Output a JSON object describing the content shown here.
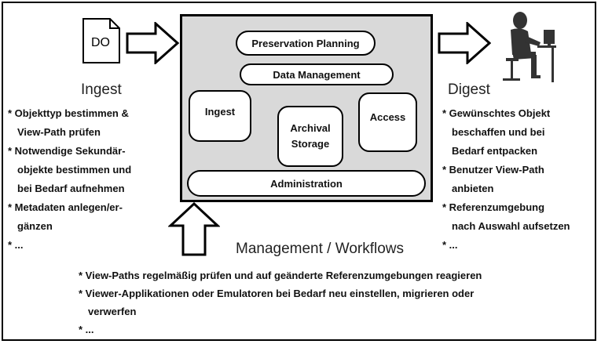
{
  "left": {
    "doc_label": "DO",
    "heading": "Ingest",
    "bullets": [
      "* Objekttyp bestimmen &",
      "View-Path prüfen",
      "* Notwendige Sekundär-",
      "objekte bestimmen und",
      "bei Bedarf aufnehmen",
      "* Metadaten anlegen/er-",
      "gänzen",
      "* ..."
    ]
  },
  "center": {
    "preservation_planning": "Preservation Planning",
    "data_management": "Data Management",
    "ingest": "Ingest",
    "archival_storage_line1": "Archival",
    "archival_storage_line2": "Storage",
    "access": "Access",
    "administration": "Administration"
  },
  "right": {
    "heading": "Digest",
    "bullets": [
      "* Gewünschtes Objekt",
      "beschaffen und bei",
      "Bedarf entpacken",
      "* Benutzer View-Path",
      "anbieten",
      "* Referenzumgebung",
      "nach Auswahl aufsetzen",
      "* ..."
    ]
  },
  "bottom": {
    "title": "Management / Workflows",
    "bullets": [
      "* View-Paths regelmäßig prüfen und auf geänderte Referenzumgebungen reagieren",
      "* Viewer-Applikationen oder Emulatoren bei Bedarf neu einstellen, migrieren oder",
      "verwerfen",
      "* ..."
    ]
  },
  "colors": {
    "oais_fill": "#d9d9d9",
    "stroke": "#000000"
  },
  "icons": [
    "document-icon",
    "right-arrow-icon",
    "up-arrow-icon",
    "user-at-computer-icon"
  ]
}
